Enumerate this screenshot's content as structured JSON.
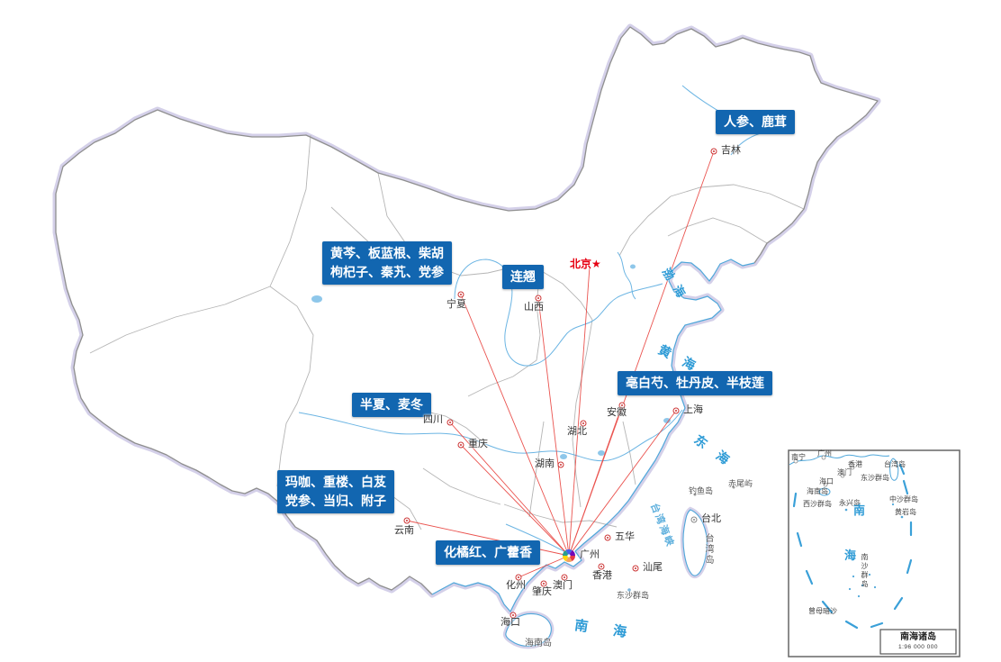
{
  "colors": {
    "herb_box": "#1266b0",
    "route_line": "#e8413c",
    "sea_label": "#2e9bd6",
    "capital_label": "#e60012",
    "border_glow": "#cfcbe7"
  },
  "herb_labels": {
    "jilin": {
      "line1": "人参、鹿茸"
    },
    "ningxia": {
      "line1": "黄芩、板蓝根、柴胡",
      "line2": "枸杞子、秦艽、党参"
    },
    "shanxi": {
      "line1": "连翘"
    },
    "anhui": {
      "line1": "亳白芍、牡丹皮、半枝莲"
    },
    "sichuan": {
      "line1": "半夏、麦冬"
    },
    "yunnan": {
      "line1": "玛咖、重楼、白芨",
      "line2": "党参、当归、附子"
    },
    "guangdong": {
      "line1": "化橘红、广藿香"
    }
  },
  "cities": {
    "jilin": "吉林",
    "ningxia": "宁夏",
    "shanxi": "山西",
    "beijing": "北京★",
    "anhui": "安徽",
    "shanghai": "上海",
    "sichuan": "四川",
    "chongqing": "重庆",
    "hubei": "湖北",
    "hunan": "湖南",
    "yunnan": "云南",
    "wuhua": "五华",
    "guangzhou": "广州",
    "shanwei": "汕尾",
    "hongkong": "香港",
    "macau": "澳门",
    "huazhou": "化州",
    "zhaoqing": "肇庆",
    "haikou": "海口",
    "taipei": "台北"
  },
  "islands": {
    "taiwan": "台湾岛",
    "hainan": "海南岛",
    "diaoyu": "钓鱼岛",
    "chiwei": "赤尾屿",
    "dongsha": "东沙群岛"
  },
  "seas": {
    "bohai": "渤 海",
    "yellow_sea": "黄 海",
    "east_sea": "东 海",
    "south_sea": "南 海",
    "taiwan_strait": "台湾海峡"
  },
  "inset": {
    "title": "南海诸岛",
    "scale": "1:96 000 000",
    "labels": {
      "nanning": "南宁",
      "guangzhou": "广州",
      "hongkong": "香港",
      "taiwan": "台湾岛",
      "macau": "澳门",
      "haikou": "海口",
      "dongsha": "东沙群岛",
      "hainan": "海南岛",
      "xisha": "西沙群岛",
      "yongxing": "永兴岛",
      "zhongsha": "中沙群岛",
      "huangyan": "黄岩岛",
      "nanhai_nan": "南",
      "nanhai_hai": "海",
      "nansha": "南沙群岛",
      "zengmu": "曾母暗沙"
    }
  }
}
